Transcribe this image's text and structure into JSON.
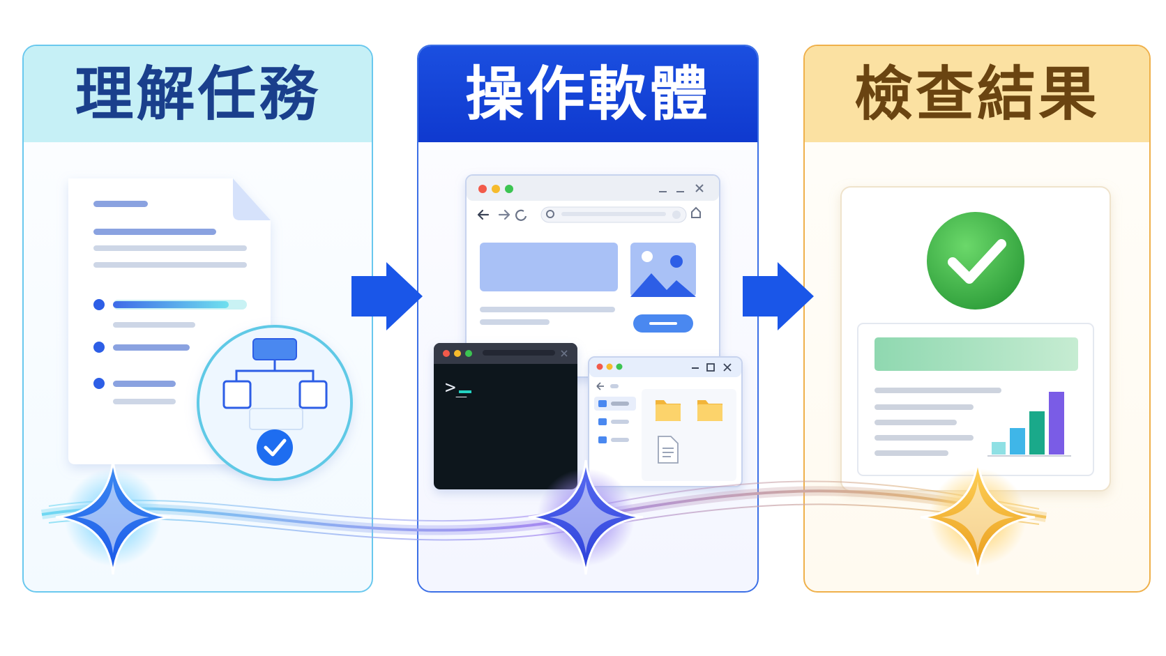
{
  "steps": [
    {
      "title": "理解任務",
      "icon": "task-document-icon"
    },
    {
      "title": "操作軟體",
      "icon": "software-windows-icon"
    },
    {
      "title": "檢查結果",
      "icon": "result-check-icon"
    }
  ],
  "terminal": {
    "prompt": ">_"
  },
  "colors": {
    "step1_accent": "#69c8ee",
    "step2_accent": "#1b4fe0",
    "step3_accent": "#efb04a",
    "arrow": "#1a56e8",
    "check_green": "#3cb84a"
  }
}
